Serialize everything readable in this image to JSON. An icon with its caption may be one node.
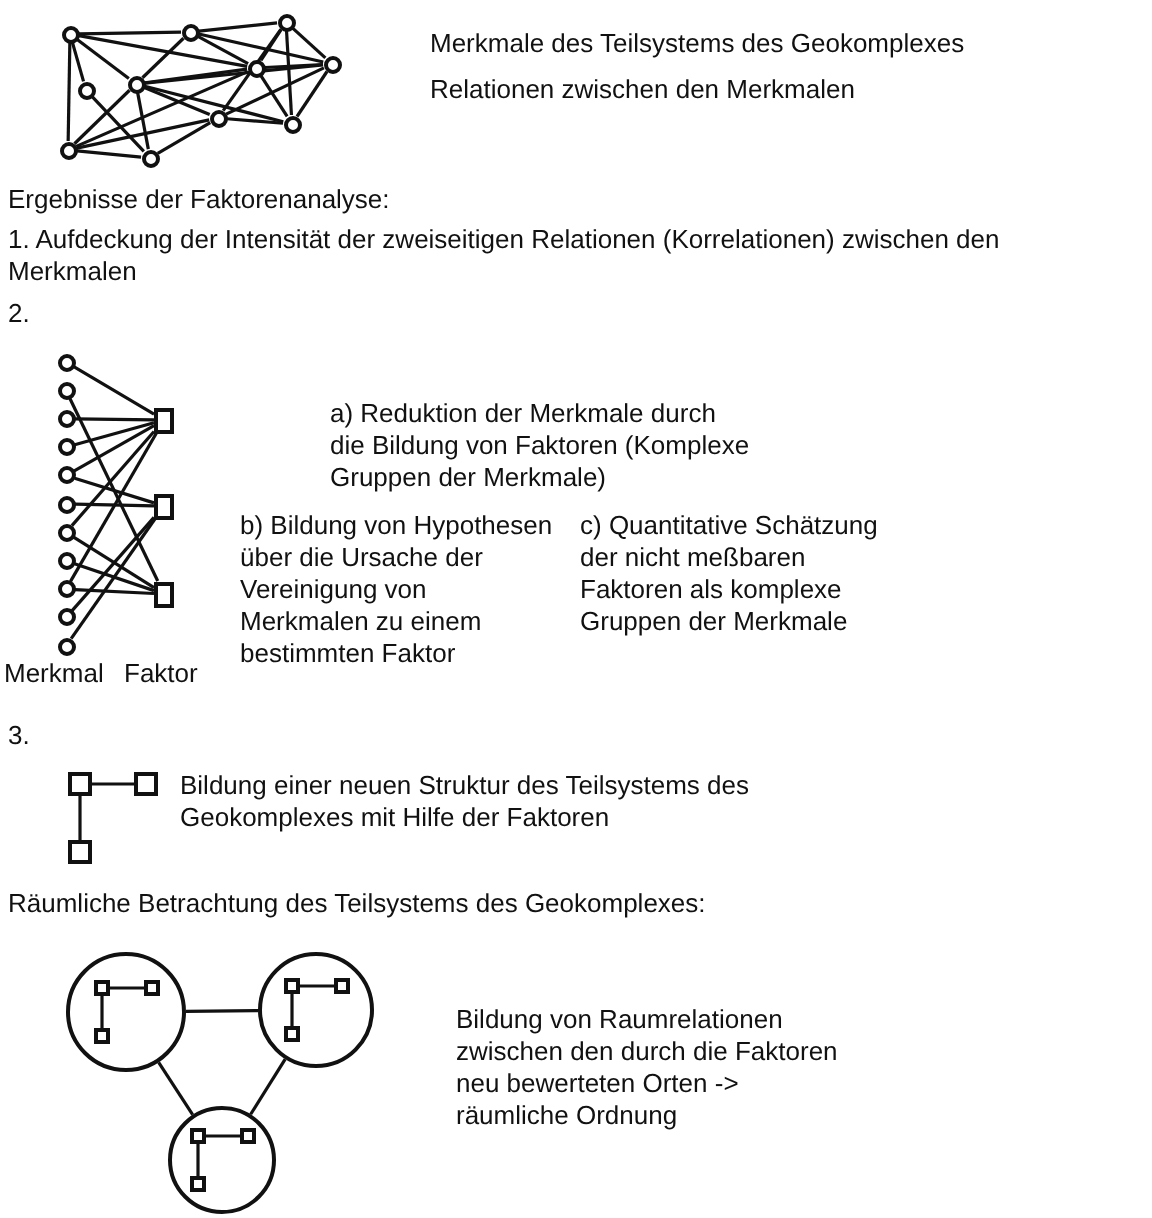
{
  "diagram": {
    "nodes": [
      {
        "text": [],
        "shape": "circle"
      },
      {
        "text": [],
        "shape": "circle"
      },
      {
        "text": [],
        "shape": "circle"
      },
      {
        "text": [],
        "shape": "circle"
      },
      {
        "text": [],
        "shape": "circle"
      },
      {
        "text": [],
        "shape": "circle"
      },
      {
        "text": [],
        "shape": "circle"
      },
      {
        "text": [],
        "shape": "circle"
      },
      {
        "text": [],
        "shape": "circle"
      },
      {
        "text": [],
        "shape": "circle"
      },
      {
        "text": [],
        "shape": "circle"
      },
      {
        "text": [],
        "shape": "circle"
      },
      {
        "text": [],
        "shape": "circle"
      },
      {
        "text": [],
        "shape": "circle"
      },
      {
        "text": [],
        "shape": "circle"
      },
      {
        "text": [],
        "shape": "circle"
      },
      {
        "text": [],
        "shape": "circle"
      },
      {
        "text": [],
        "shape": "circle"
      },
      {
        "text": [],
        "shape": "circle"
      },
      {
        "text": [],
        "shape": "circle"
      },
      {
        "text": [],
        "shape": "circle"
      },
      {
        "text": [],
        "shape": "circle"
      },
      {
        "text": [],
        "shape": "box"
      },
      {
        "text": [],
        "shape": "box"
      },
      {
        "text": [],
        "shape": "box"
      },
      {
        "text": [],
        "shape": "box"
      },
      {
        "text": [],
        "shape": "box"
      },
      {
        "text": [],
        "shape": "box"
      },
      {
        "text": [],
        "shape": "circle"
      },
      {
        "text": [],
        "shape": "box",
        "in": 28
      },
      {
        "text": [],
        "shape": "box",
        "in": 28
      },
      {
        "text": [],
        "shape": "box",
        "in": 28
      },
      {
        "text": [],
        "shape": "circle"
      },
      {
        "text": [],
        "shape": "box",
        "in": 32
      },
      {
        "text": [],
        "shape": "box",
        "in": 32
      },
      {
        "text": [],
        "shape": "box",
        "in": 32
      },
      {
        "text": [],
        "shape": "circle"
      },
      {
        "text": [],
        "shape": "box",
        "in": 36
      },
      {
        "text": [],
        "shape": "box",
        "in": 36
      },
      {
        "text": [],
        "shape": "box",
        "in": 36
      }
    ],
    "edges": [
      {
        "from": 0,
        "to": 1,
        "arrow": "none"
      },
      {
        "from": 1,
        "to": 2,
        "arrow": "none"
      },
      {
        "from": 2,
        "to": 3,
        "arrow": "none"
      },
      {
        "from": 0,
        "to": 9,
        "arrow": "none"
      },
      {
        "from": 0,
        "to": 6,
        "arrow": "none"
      },
      {
        "from": 0,
        "to": 5,
        "arrow": "none"
      },
      {
        "from": 0,
        "to": 4,
        "arrow": "none"
      },
      {
        "from": 1,
        "to": 5,
        "arrow": "none"
      },
      {
        "from": 1,
        "to": 4,
        "arrow": "none"
      },
      {
        "from": 1,
        "to": 3,
        "arrow": "none"
      },
      {
        "from": 2,
        "to": 4,
        "arrow": "none"
      },
      {
        "from": 2,
        "to": 7,
        "arrow": "none"
      },
      {
        "from": 2,
        "to": 8,
        "arrow": "none"
      },
      {
        "from": 3,
        "to": 4,
        "arrow": "none"
      },
      {
        "from": 3,
        "to": 8,
        "arrow": "none"
      },
      {
        "from": 3,
        "to": 5,
        "arrow": "none"
      },
      {
        "from": 3,
        "to": 7,
        "arrow": "none"
      },
      {
        "from": 4,
        "to": 5,
        "arrow": "none"
      },
      {
        "from": 4,
        "to": 9,
        "arrow": "none"
      },
      {
        "from": 5,
        "to": 9,
        "arrow": "none"
      },
      {
        "from": 5,
        "to": 10,
        "arrow": "none"
      },
      {
        "from": 5,
        "to": 8,
        "arrow": "none"
      },
      {
        "from": 5,
        "to": 7,
        "arrow": "none"
      },
      {
        "from": 7,
        "to": 9,
        "arrow": "none"
      },
      {
        "from": 7,
        "to": 10,
        "arrow": "none"
      },
      {
        "from": 7,
        "to": 8,
        "arrow": "none"
      },
      {
        "from": 4,
        "to": 8,
        "arrow": "none"
      },
      {
        "from": 6,
        "to": 10,
        "arrow": "none"
      },
      {
        "from": 9,
        "to": 10,
        "arrow": "none"
      },
      {
        "from": 11,
        "to": 22,
        "arrow": "none"
      },
      {
        "from": 12,
        "to": 24,
        "arrow": "none"
      },
      {
        "from": 13,
        "to": 22,
        "arrow": "none"
      },
      {
        "from": 14,
        "to": 22,
        "arrow": "none"
      },
      {
        "from": 15,
        "to": 22,
        "arrow": "none"
      },
      {
        "from": 15,
        "to": 23,
        "arrow": "none"
      },
      {
        "from": 16,
        "to": 23,
        "arrow": "none"
      },
      {
        "from": 17,
        "to": 22,
        "arrow": "none"
      },
      {
        "from": 17,
        "to": 24,
        "arrow": "none"
      },
      {
        "from": 18,
        "to": 24,
        "arrow": "none"
      },
      {
        "from": 19,
        "to": 22,
        "arrow": "none"
      },
      {
        "from": 19,
        "to": 24,
        "arrow": "none"
      },
      {
        "from": 20,
        "to": 23,
        "arrow": "none"
      },
      {
        "from": 21,
        "to": 23,
        "arrow": "none"
      },
      {
        "from": 25,
        "to": 26,
        "arrow": "none"
      },
      {
        "from": 25,
        "to": 27,
        "arrow": "none"
      },
      {
        "from": 29,
        "to": 30,
        "arrow": "none"
      },
      {
        "from": 29,
        "to": 31,
        "arrow": "none"
      },
      {
        "from": 33,
        "to": 34,
        "arrow": "none"
      },
      {
        "from": 33,
        "to": 35,
        "arrow": "none"
      },
      {
        "from": 37,
        "to": 38,
        "arrow": "none"
      },
      {
        "from": 37,
        "to": 39,
        "arrow": "none"
      },
      {
        "from": 28,
        "to": 32,
        "arrow": "none"
      },
      {
        "from": 28,
        "to": 36,
        "arrow": "none"
      },
      {
        "from": 32,
        "to": 36,
        "arrow": "none"
      }
    ],
    "labels": [
      "Merkmale des Teilsystems des Geokomplexes",
      "Relationen zwischen den Merkmalen",
      "Ergebnisse der Faktorenanalyse:",
      "1. Aufdeckung der Intensität der zweiseitigen Relationen (Korrelationen) zwischen den Merkmalen",
      "2.",
      "a) Reduktion der Merkmale durch die Bildung von Faktoren (Komplexe Gruppen der Merkmale)",
      "b) Bildung von Hypothesen über die Ursache der Vereinigung von Merkmalen zu einem bestimmten Faktor",
      "c) Quantitative Schätzung der nicht meßbaren Faktoren als komplexe Gruppen der Merkmale",
      "Merkmal",
      "Faktor",
      "3.",
      "Bildung einer neuen Struktur des Teilsystems des Geokomplexes mit Hilfe der Faktoren",
      "Räumliche Betrachtung des Teilsystems des Geokomplexes:",
      "Bildung von Raumrelationen zwischen den durch die Faktoren neu bewerteten Orten -> räumliche Ordnung"
    ]
  }
}
